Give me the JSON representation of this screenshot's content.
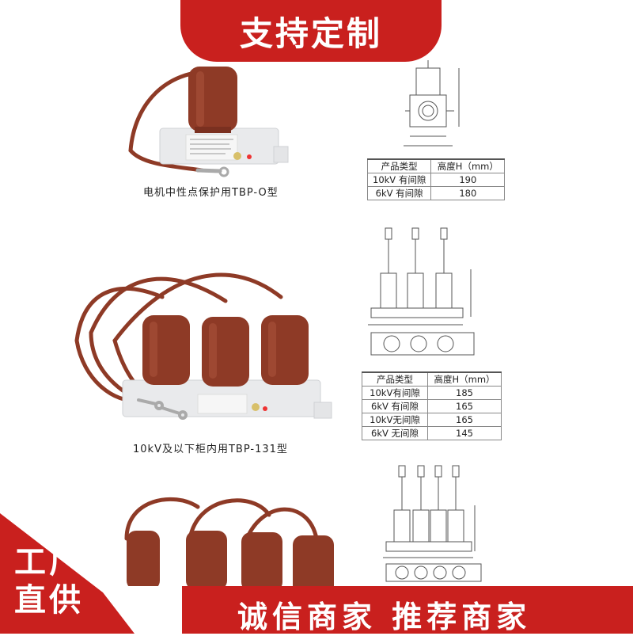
{
  "banner": {
    "title": "支持定制"
  },
  "products": [
    {
      "caption": "电机中性点保护用TBP-O型",
      "table": {
        "headers": [
          "产品类型",
          "高度H（mm）"
        ],
        "rows": [
          [
            "10kV 有间隙",
            "190"
          ],
          [
            "6kV 有间隙",
            "180"
          ]
        ]
      }
    },
    {
      "caption": "10kV及以下柜内用TBP-131型",
      "table": {
        "headers": [
          "产品类型",
          "高度H（mm）"
        ],
        "rows": [
          [
            "10kV有间隙",
            "185"
          ],
          [
            "6kV 有间隙",
            "165"
          ],
          [
            "10kV无间隙",
            "165"
          ],
          [
            "6kV 无间隙",
            "145"
          ]
        ]
      }
    }
  ],
  "corner_badge": {
    "line1": "工厂",
    "line2": "直供"
  },
  "bottom_bar": {
    "text": "诚信商家  推荐商家"
  },
  "colors": {
    "brand_red": "#c9201e",
    "insulator_brown": "#8e3a26",
    "body_gray": "#e9eaec"
  }
}
